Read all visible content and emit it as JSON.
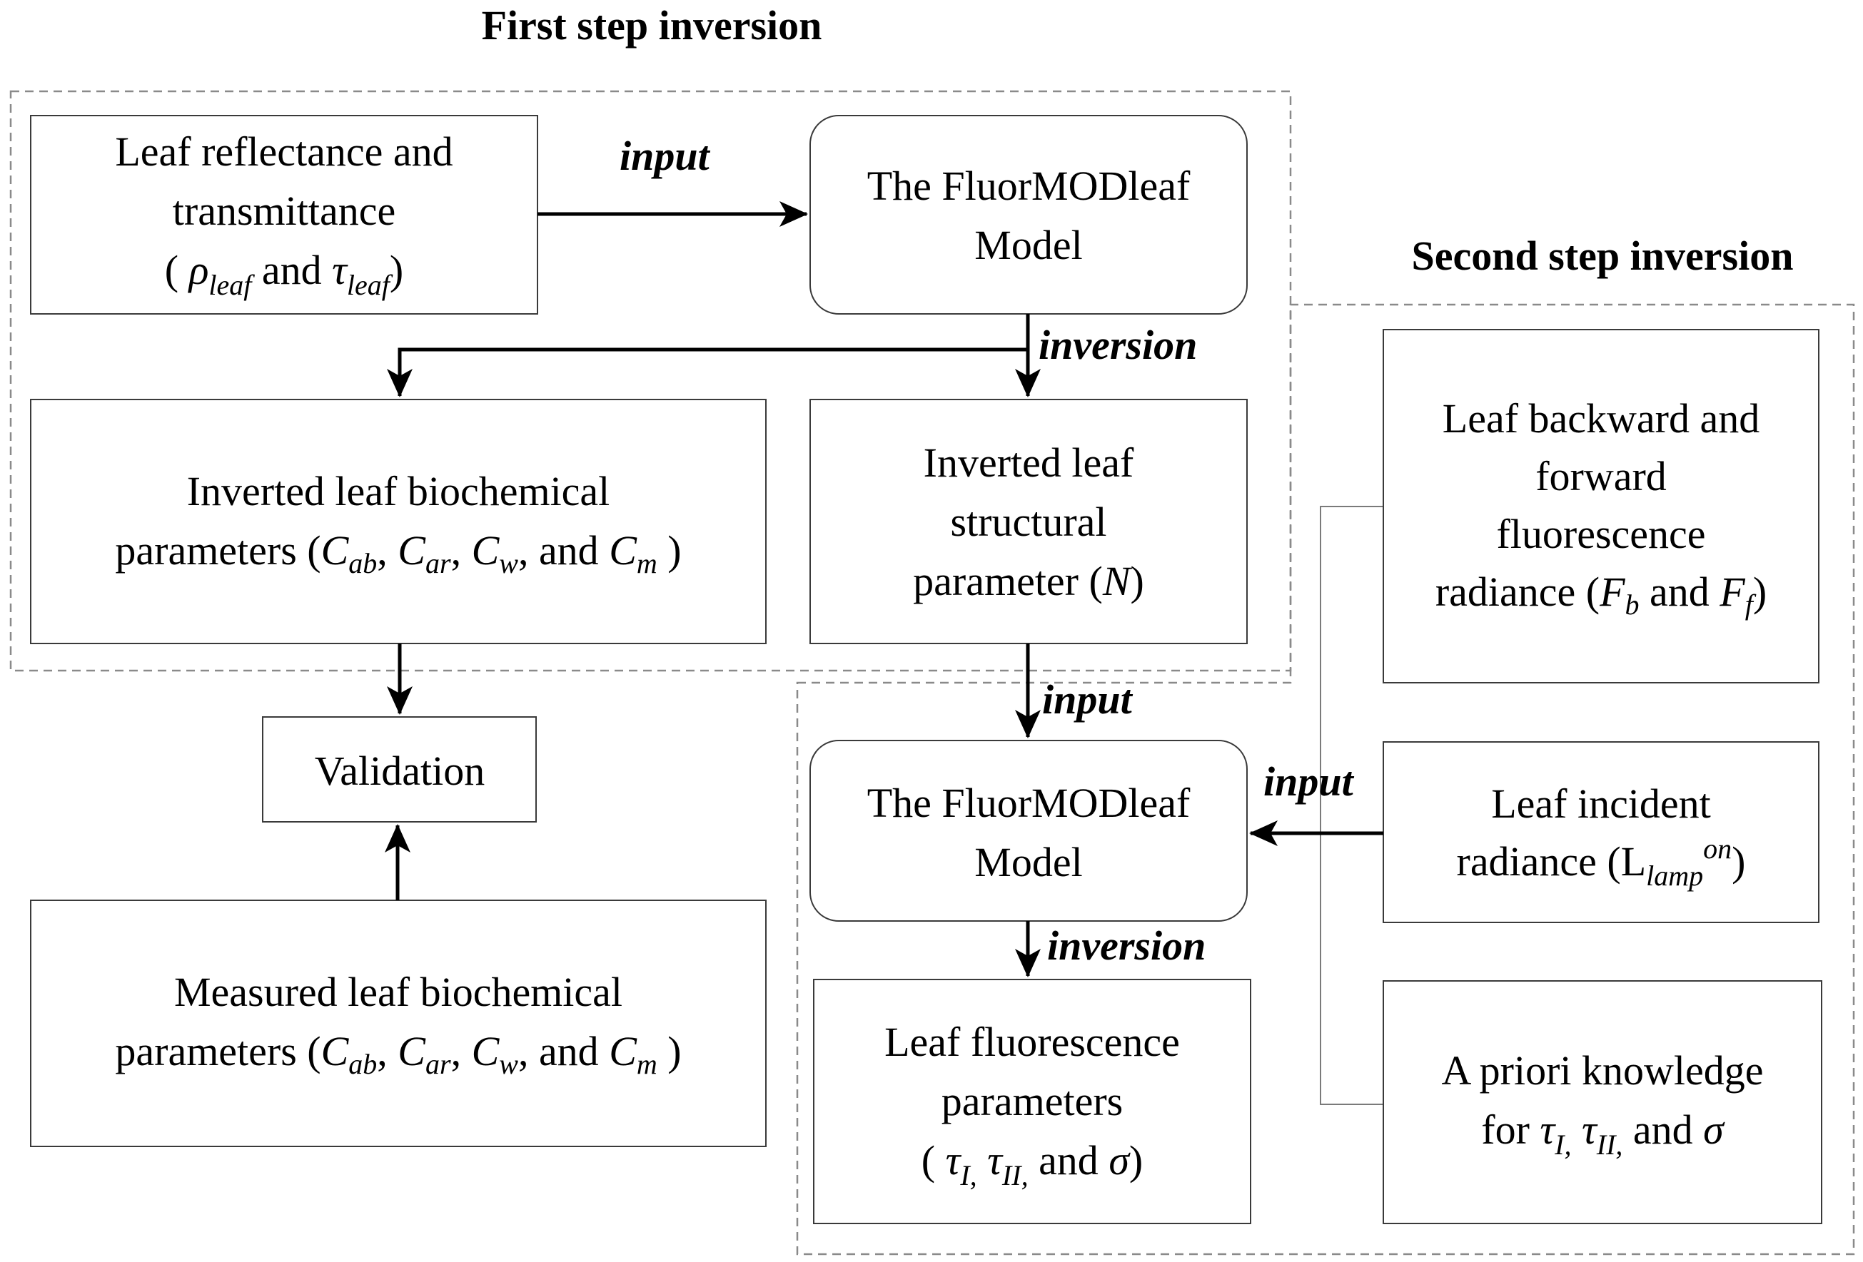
{
  "titles": {
    "first_step": "First step inversion",
    "second_step": "Second step inversion"
  },
  "labels": {
    "input_top": "input",
    "inversion_top": "inversion",
    "input_middle": "input",
    "input_side": "input",
    "inversion_bottom": "inversion"
  },
  "boxes": {
    "reflectance": {
      "line1": "Leaf reflectance and",
      "line2": "transmittance",
      "rho": "ρ",
      "rho_sub": "leaf",
      "and": "and",
      "tau": "τ",
      "tau_sub": "leaf"
    },
    "model_top": {
      "line1": "The FluorMODleaf",
      "line2": "Model"
    },
    "biochem_inv": {
      "line1": "Inverted leaf biochemical",
      "line2_prefix": "parameters (",
      "c": "C",
      "ab": "ab",
      "ar": "ar",
      "w": "w",
      "m": "m",
      "and": "and"
    },
    "structural": {
      "line1": "Inverted leaf",
      "line2": "structural",
      "line3_prefix": "parameter (",
      "n": "N"
    },
    "validation": {
      "text": "Validation"
    },
    "biochem_meas": {
      "line1": "Measured leaf biochemical",
      "line2_prefix": "parameters (",
      "c": "C",
      "ab": "ab",
      "ar": "ar",
      "w": "w",
      "m": "m",
      "and": "and"
    },
    "model_bottom": {
      "line1": "The FluorMODleaf",
      "line2": "Model"
    },
    "fluor_params": {
      "line1": "Leaf fluorescence",
      "line2": "parameters",
      "tau": "τ",
      "sub_i": "I,",
      "sub_ii": "II,",
      "and": "and",
      "sigma": "σ"
    },
    "fluor_radiance": {
      "line1": "Leaf backward and",
      "line2": "forward",
      "line3": "fluorescence",
      "line4_prefix": "radiance (",
      "f": "F",
      "b": "b",
      "and": "and",
      "ff": "f"
    },
    "incident": {
      "line1": "Leaf incident",
      "line2_prefix": "radiance (L",
      "sub": "lamp",
      "sup": "on"
    },
    "priori": {
      "line1": "A priori knowledge",
      "for": "for",
      "tau": "τ",
      "sub_i": "I,",
      "sub_ii": "II,",
      "and": "and",
      "sigma": "σ"
    }
  }
}
